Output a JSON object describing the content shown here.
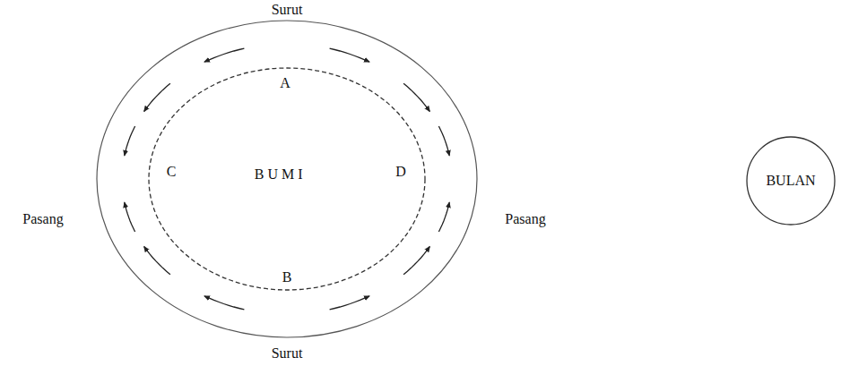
{
  "diagram": {
    "nodes": [
      {
        "text": [
          "B U M I"
        ]
      },
      {
        "text": [
          "BULAN"
        ]
      }
    ],
    "labels": [
      "Surut",
      "Pasang",
      "A",
      "C",
      "D",
      "Pasang",
      "B",
      "Surut"
    ]
  }
}
